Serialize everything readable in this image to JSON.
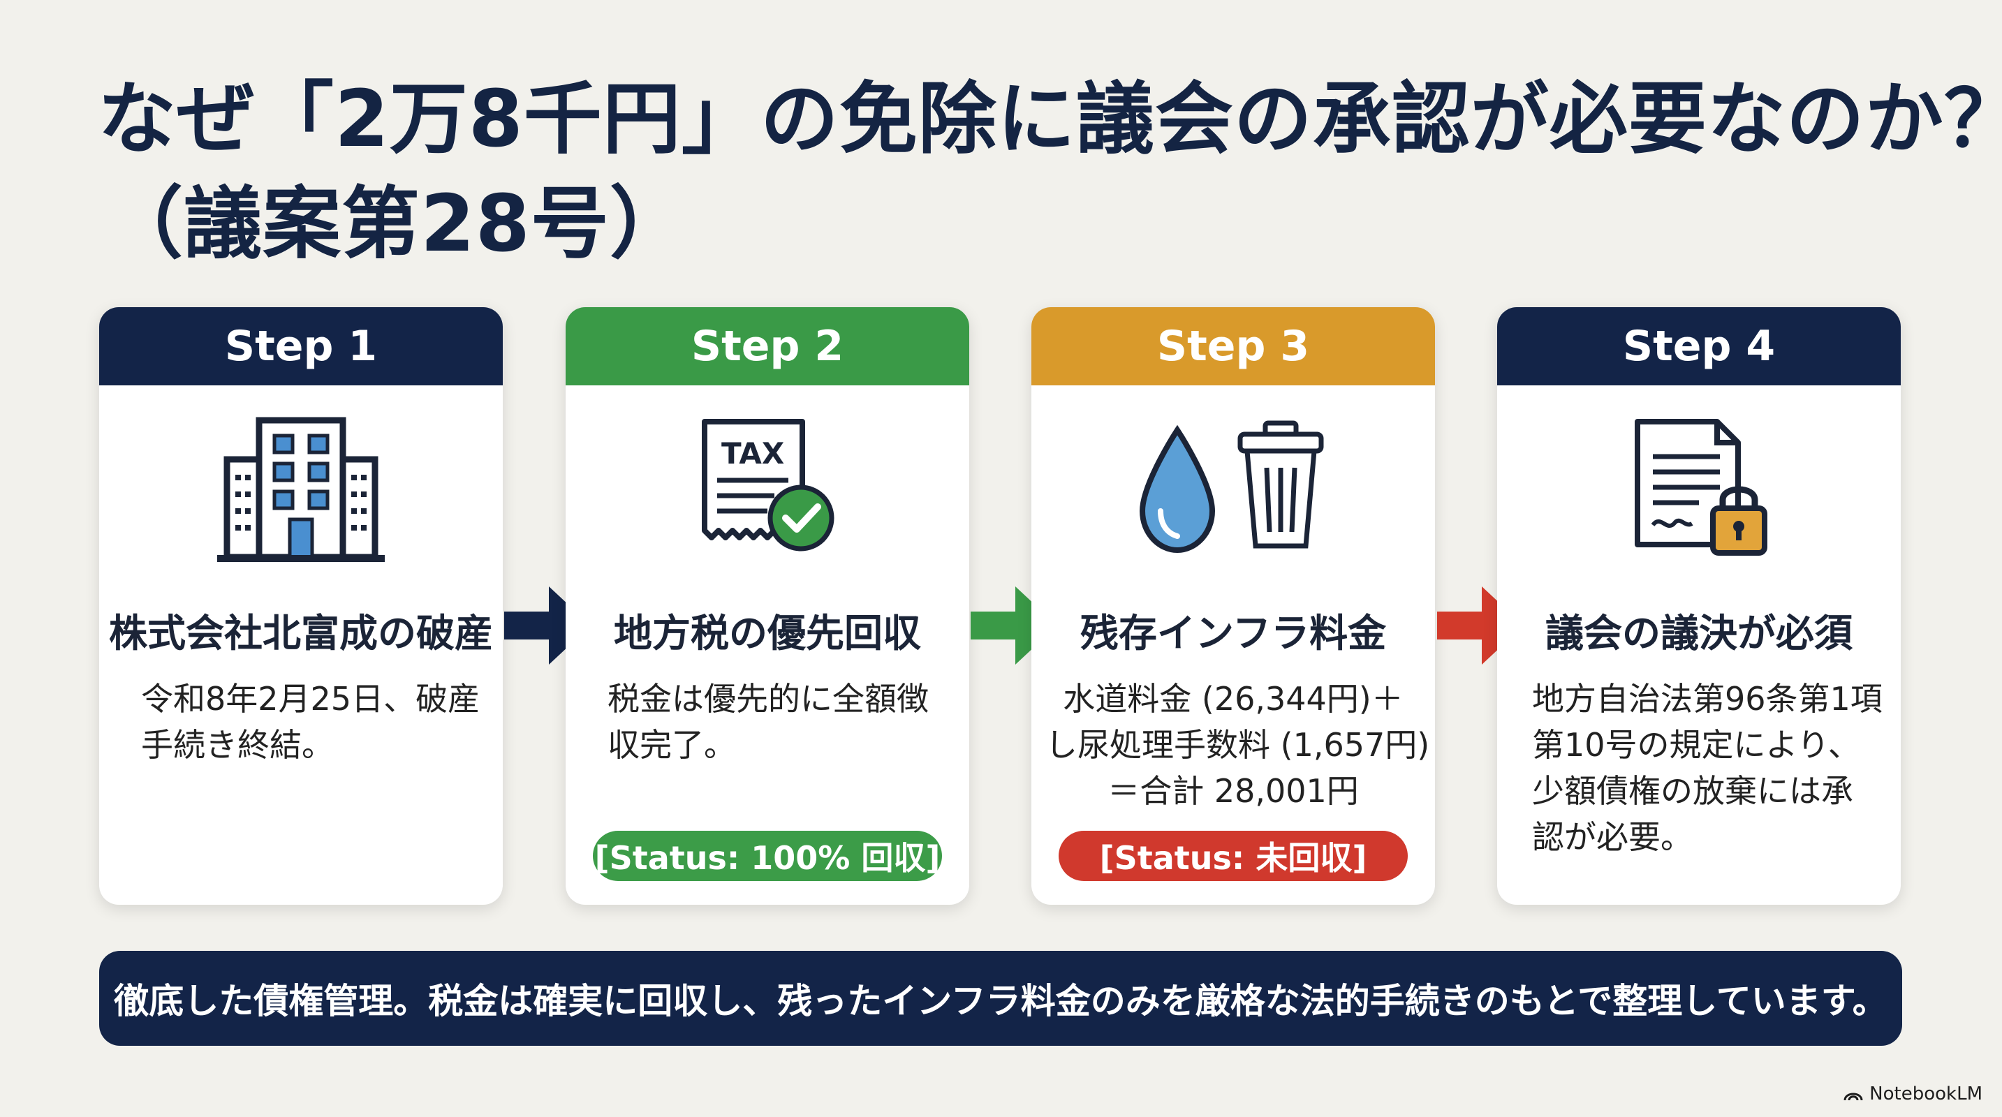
{
  "title": {
    "line1": "なぜ「2万8千円」の免除に議会の承認が必要なのか？",
    "line2": "（議案第28号）"
  },
  "colors": {
    "navy": "#132448",
    "green": "#3a9a47",
    "amber": "#d99a2b",
    "red": "#d23a2b",
    "status_green": "#3c9c48",
    "status_red": "#d0392d"
  },
  "steps": [
    {
      "label": "Step 1",
      "icon": "office-building-icon",
      "title": "株式会社北富成の破産",
      "body": [
        "令和8年2月25日、破産",
        "手続き終結。"
      ]
    },
    {
      "label": "Step 2",
      "icon": "tax-receipt-check-icon",
      "icon_text": "TAX",
      "title": "地方税の優先回収",
      "body": [
        "税金は優先的に全額徴",
        "収完了。"
      ],
      "status": "[Status: 100% 回収]"
    },
    {
      "label": "Step 3",
      "icon": "water-drop-trash-icon",
      "title": "残存インフラ料金",
      "body": [
        "水道料金 (26,344円)＋",
        "し尿処理手数料 (1,657円)",
        "＝合計 28,001円"
      ],
      "status": "[Status: 未回収]"
    },
    {
      "label": "Step 4",
      "icon": "document-lock-icon",
      "title": "議会の議決が必須",
      "body": [
        "地方自治法第96条第1項",
        "第10号の規定により、",
        "少額債権の放棄には承",
        "認が必要。"
      ]
    }
  ],
  "banner": "徹底した債権管理。税金は確実に回収し、残ったインフラ料金のみを厳格な法的手続きのもとで整理しています。",
  "logo": "NotebookLM"
}
